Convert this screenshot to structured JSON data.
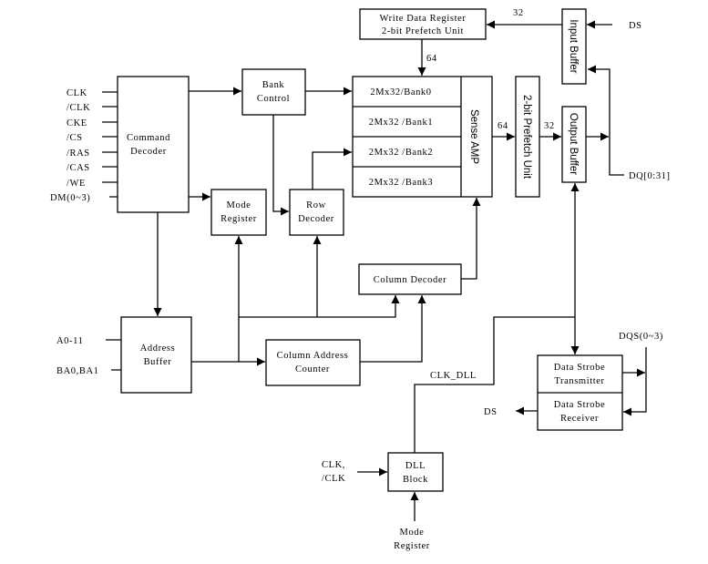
{
  "blocks": {
    "write_data_register": [
      "Write Data Register",
      "2-bit Prefetch Unit"
    ],
    "input_buffer": "Input Buffer",
    "output_buffer": "Output Buffer",
    "prefetch_unit": "2-bit Prefetch Unit",
    "sense_amp": "Sense AMP",
    "banks": [
      "2Mx32/Bank0",
      "2Mx32 /Bank1",
      "2Mx32 /Bank2",
      "2Mx32 /Bank3"
    ],
    "command_decoder": [
      "Command",
      "Decoder"
    ],
    "bank_control": [
      "Bank",
      "Control"
    ],
    "mode_register": [
      "Mode",
      "Register"
    ],
    "row_decoder": [
      "Row",
      "Decoder"
    ],
    "column_decoder": "Column Decoder",
    "address_buffer": [
      "Address",
      "Buffer"
    ],
    "column_address_counter": [
      "Column Address",
      "Counter"
    ],
    "data_strobe_transmitter": [
      "Data Strobe",
      "Transmitter"
    ],
    "data_strobe_receiver": [
      "Data Strobe",
      "Receiver"
    ],
    "dll_block": [
      "DLL",
      "Block"
    ]
  },
  "signals": {
    "command_inputs": [
      "CLK",
      "/CLK",
      "CKE",
      "/CS",
      "/RAS",
      "/CAS",
      "/WE",
      "DM(0~3)"
    ],
    "address_inputs": [
      "A0-11",
      "BA0,BA1"
    ],
    "ds_in": "DS",
    "ds_out": "DS",
    "dq": "DQ[0:31]",
    "dqs": "DQS(0~3)",
    "clk_dll": "CLK_DLL",
    "dll_clk": [
      "CLK,",
      "/CLK"
    ],
    "dll_mode": [
      "Mode",
      "Register"
    ]
  },
  "bus_widths": {
    "input_to_write": "32",
    "write_to_bank": "64",
    "sense_to_prefetch": "64",
    "prefetch_to_output": "32"
  }
}
